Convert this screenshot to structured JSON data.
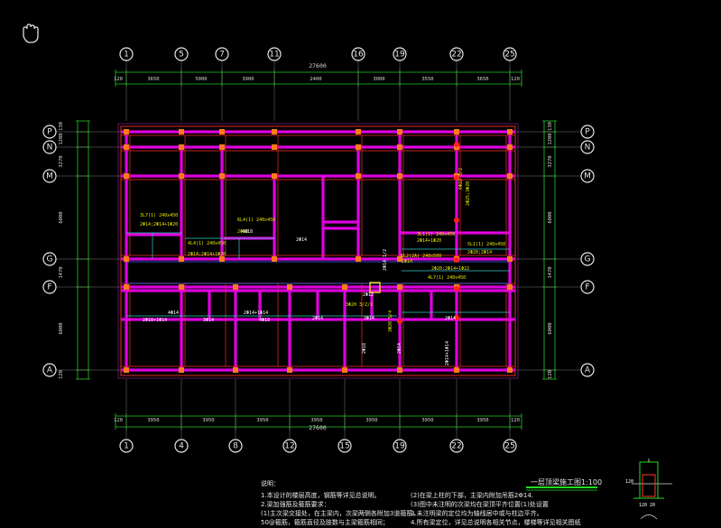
{
  "drawing": {
    "total_top": "27600",
    "total_bottom": "27600",
    "title": "一层顶梁施工图",
    "scale": "1:100",
    "section_label": "120 20"
  },
  "top_axes": [
    "1",
    "5",
    "7",
    "11",
    "16",
    "19",
    "22",
    "25"
  ],
  "bottom_axes": [
    "1",
    "4",
    "8",
    "12",
    "15",
    "19",
    "22",
    "25"
  ],
  "row_axes": [
    "P",
    "N",
    "M",
    "G",
    "F",
    "A"
  ],
  "top_dims": [
    "120",
    "3650",
    "5000",
    "3900",
    "2400",
    "3000",
    "3550",
    "3650",
    "120"
  ],
  "bottom_dims": [
    "120",
    "3950",
    "3950",
    "3950",
    "3950",
    "3950",
    "3950",
    "3950",
    "120"
  ],
  "left_dims": [
    "130",
    "1200",
    "3270",
    "6000",
    "1470",
    "6000",
    "120"
  ],
  "beam_labels": [
    {
      "text": "3L7(1) 240x450",
      "color": "yellow"
    },
    {
      "text": "2Φ14;2Φ14+1Φ20",
      "color": "yellow"
    },
    {
      "text": "6L4(1) 240x450",
      "color": "yellow"
    },
    {
      "text": "2Φ18",
      "color": "yellow"
    },
    {
      "text": "4Φ18",
      "color": "white"
    },
    {
      "text": "2Φ14",
      "color": "white"
    },
    {
      "text": "4L4(1) 240x450",
      "color": "yellow"
    },
    {
      "text": "2Φ14;2Φ14+1Φ20",
      "color": "yellow"
    },
    {
      "text": "3L1(1) 240x450",
      "color": "yellow"
    },
    {
      "text": "2Φ14+1Φ20",
      "color": "yellow"
    },
    {
      "text": "KL2(2A) 240x500",
      "color": "yellow"
    },
    {
      "text": "2Φ14",
      "color": "yellow"
    },
    {
      "text": "2Φ20;2Φ14+1Φ22",
      "color": "yellow"
    },
    {
      "text": "4L7(1) 240x450",
      "color": "yellow"
    },
    {
      "text": "2Φ12",
      "color": "white"
    },
    {
      "text": "3Φ14",
      "color": "white"
    },
    {
      "text": "2Φ14",
      "color": "white"
    },
    {
      "text": "3Φ20 3/2/2",
      "color": "yellow"
    },
    {
      "text": "2Φ18+1Φ14",
      "color": "white"
    },
    {
      "text": "4Φ18",
      "color": "white"
    },
    {
      "text": "3Φ14",
      "color": "white"
    },
    {
      "text": "4Φ14",
      "color": "white"
    },
    {
      "text": "2Φ14+1Φ14",
      "color": "white"
    },
    {
      "text": "2Φ14",
      "color": "white"
    },
    {
      "text": "5L1(1) 240x450",
      "color": "yellow"
    },
    {
      "text": "2Φ20;2Φ14",
      "color": "yellow"
    },
    {
      "text": "2Φ18",
      "color": "white"
    },
    {
      "text": "2Φ14",
      "color": "white"
    },
    {
      "text": "3Φ20 5/4",
      "color": "yellow"
    },
    {
      "text": "2Φ14 1/2",
      "color": "white"
    },
    {
      "text": "2Φ14+1Φ14",
      "color": "white"
    },
    {
      "text": "6Φ22 3/2",
      "color": "yellow"
    },
    {
      "text": "2Φ25;3Φ20",
      "color": "yellow"
    }
  ],
  "notes": {
    "heading": "说明：",
    "left": [
      "1.本设计的楼层高度，钢筋等详见总说明。",
      "2.梁加强筋及箍筋要求：",
      "(1)主次梁交接处，在主梁内，次梁两侧各附加3道箍筋，",
      "50@箍筋，箍筋直径及肢数与主梁箍筋相同；"
    ],
    "right": [
      "(2)在梁上柱的下部，主梁内附加吊筋2Φ14.",
      "(3)图中未注明的次梁均在梁顶平齐位置(1)处设置",
      "3.未注明梁的定位均为轴线居中或与柱边平齐。",
      "4.所有梁定位，详见总说明各相关节点，楼梯等详见相关图纸"
    ]
  }
}
